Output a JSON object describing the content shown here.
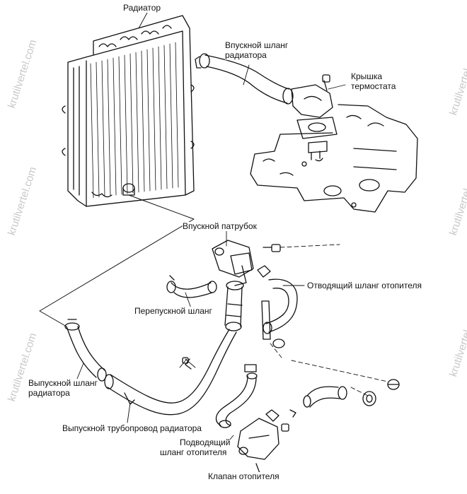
{
  "labels": {
    "radiator": "Радиатор",
    "upper_hose_l1": "Впускной шланг",
    "upper_hose_l2": "радиатора",
    "thermostat_l1": "Крышка",
    "thermostat_l2": "термостата",
    "inlet_pipe": "Впускной патрубок",
    "heater_outlet": "Отводящий шланг отопителя",
    "bypass_hose": "Перепускной шланг",
    "lower_hose_l1": "Выпускной шланг",
    "lower_hose_l2": "радиатора",
    "outlet_pipe": "Выпускной трубопровод радиатора",
    "heater_inlet_l1": "Подводящий",
    "heater_inlet_l2": "шланг отопителя",
    "heater_valve": "Клапан отопителя"
  },
  "watermark": "krutilvertel.com",
  "colors": {
    "ink": "#111111",
    "watermark": "#c8c8c8"
  }
}
